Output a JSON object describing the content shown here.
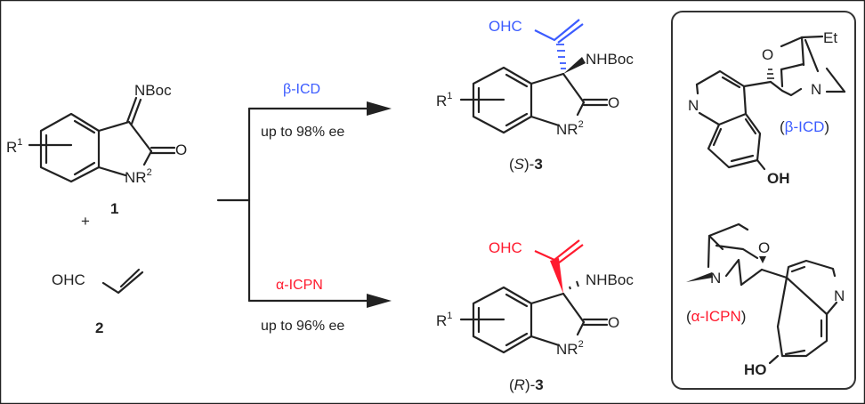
{
  "colors": {
    "blue": "#3b5bff",
    "red": "#ff1a2e",
    "ink": "#222222"
  },
  "reactant1": {
    "imine": "NBoc",
    "r1": "R",
    "r1_sup": "1",
    "carbonyl": "O",
    "n": "NR",
    "n_sup": "2",
    "label": "1"
  },
  "plus": "+",
  "reactant2": {
    "aldehyde": "OHC",
    "label": "2"
  },
  "top_path": {
    "catalyst": "β-ICD",
    "result": "up to 98% ee"
  },
  "bottom_path": {
    "catalyst": "α-ICPN",
    "result": "up to 96% ee"
  },
  "product_s": {
    "aldehyde": "OHC",
    "amine": "NHBoc",
    "r1": "R",
    "r1_sup": "1",
    "carbonyl": "O",
    "n": "NR",
    "n_sup": "2",
    "label_open": "(",
    "label_stereo": "S",
    "label_close": ")-",
    "label_num": "3"
  },
  "product_r": {
    "aldehyde": "OHC",
    "amine": "NHBoc",
    "r1": "R",
    "r1_sup": "1",
    "carbonyl": "O",
    "n": "NR",
    "n_sup": "2",
    "label_open": "(",
    "label_stereo": "R",
    "label_close": ")-",
    "label_num": "3"
  },
  "catalyst_box": {
    "beta": {
      "et": "Et",
      "o": "O",
      "n_quin": "N",
      "n_cage": "N",
      "oh": "OH",
      "name_open": "(",
      "name": "β-ICD",
      "name_close": ")"
    },
    "alpha": {
      "o": "O",
      "n_quin": "N",
      "n_cage": "N",
      "oh": "HO",
      "name_open": "(",
      "name": "α-ICPN",
      "name_close": ")"
    }
  }
}
